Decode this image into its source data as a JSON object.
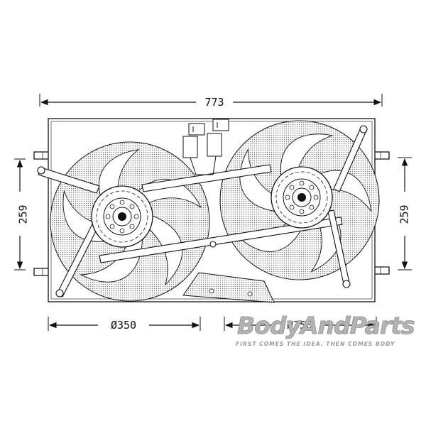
{
  "dimensions": {
    "overall_width": "773",
    "height_left": "259",
    "height_right": "259",
    "fan_left_diameter": "Ø350",
    "fan_right_diameter": "Ø350"
  },
  "watermark": {
    "brand": "BodyAndParts",
    "tagline": "FIRST COMES THE IDEA. THEN COMES BODY"
  },
  "colors": {
    "line": "#111111",
    "shade": "#9d9d9d",
    "watermark": "#b4b4b4"
  }
}
